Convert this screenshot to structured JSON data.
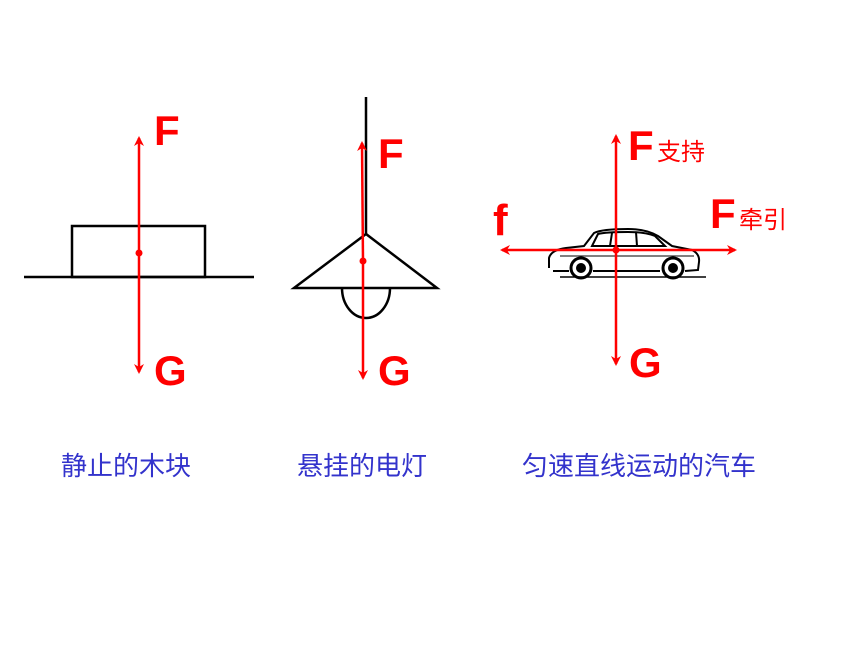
{
  "colors": {
    "force": "#ff0000",
    "caption": "#3333cc",
    "outline": "#000000"
  },
  "block": {
    "force_up": "F",
    "force_down": "G",
    "caption": "静止的木块"
  },
  "lamp": {
    "force_up": "F",
    "force_down": "G",
    "caption": "悬挂的电灯"
  },
  "car": {
    "force_up": "F",
    "force_up_sub": "支持",
    "force_right": "F",
    "force_right_sub": "牵引",
    "force_left": "f",
    "force_down": "G",
    "caption": "匀速直线运动的汽车"
  }
}
